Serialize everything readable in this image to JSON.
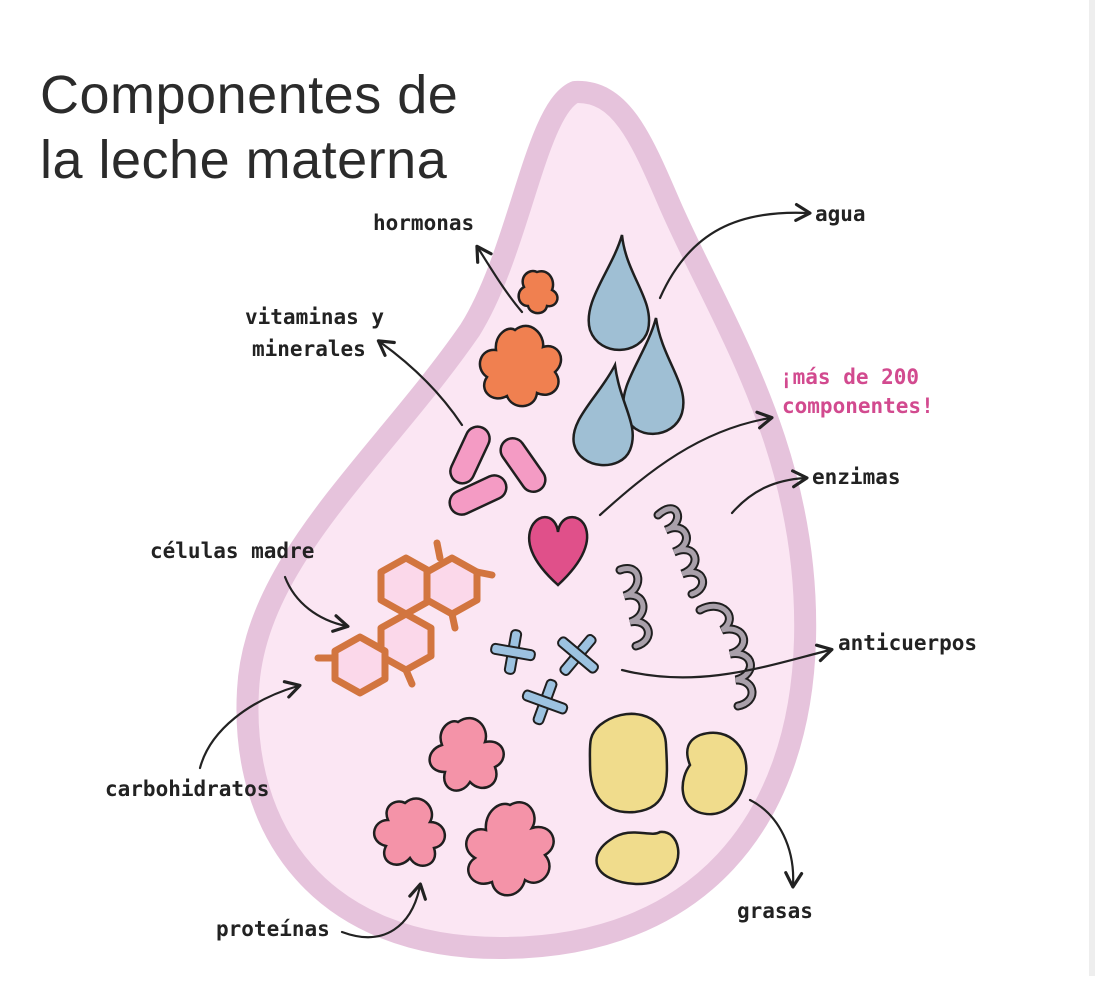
{
  "title": {
    "line1": "Componentes de",
    "line2": "la leche materna"
  },
  "labels": {
    "hormonas": "hormonas",
    "vitaminas_line1": "vitaminas y",
    "vitaminas_line2": "minerales",
    "agua": "agua",
    "highlight_line1": "¡más de 200",
    "highlight_line2": "componentes!",
    "enzimas": "enzimas",
    "celulas_madre": "células madre",
    "anticuerpos": "anticuerpos",
    "carbohidratos": "carbohidratos",
    "grasas": "grasas",
    "proteinas": "proteínas"
  },
  "colors": {
    "drop_fill": "#fbe6f3",
    "drop_border": "#e6c3dc",
    "water": "#9fbfd4",
    "hormone": "#f08050",
    "vitamin": "#f49bc4",
    "heart": "#e0508a",
    "cell": "#d2753f",
    "enzyme": "#a9a0aa",
    "antibody": "#9cc2e0",
    "protein": "#f493a8",
    "fat": "#f0dc8c",
    "highlight": "#d24a8f"
  }
}
